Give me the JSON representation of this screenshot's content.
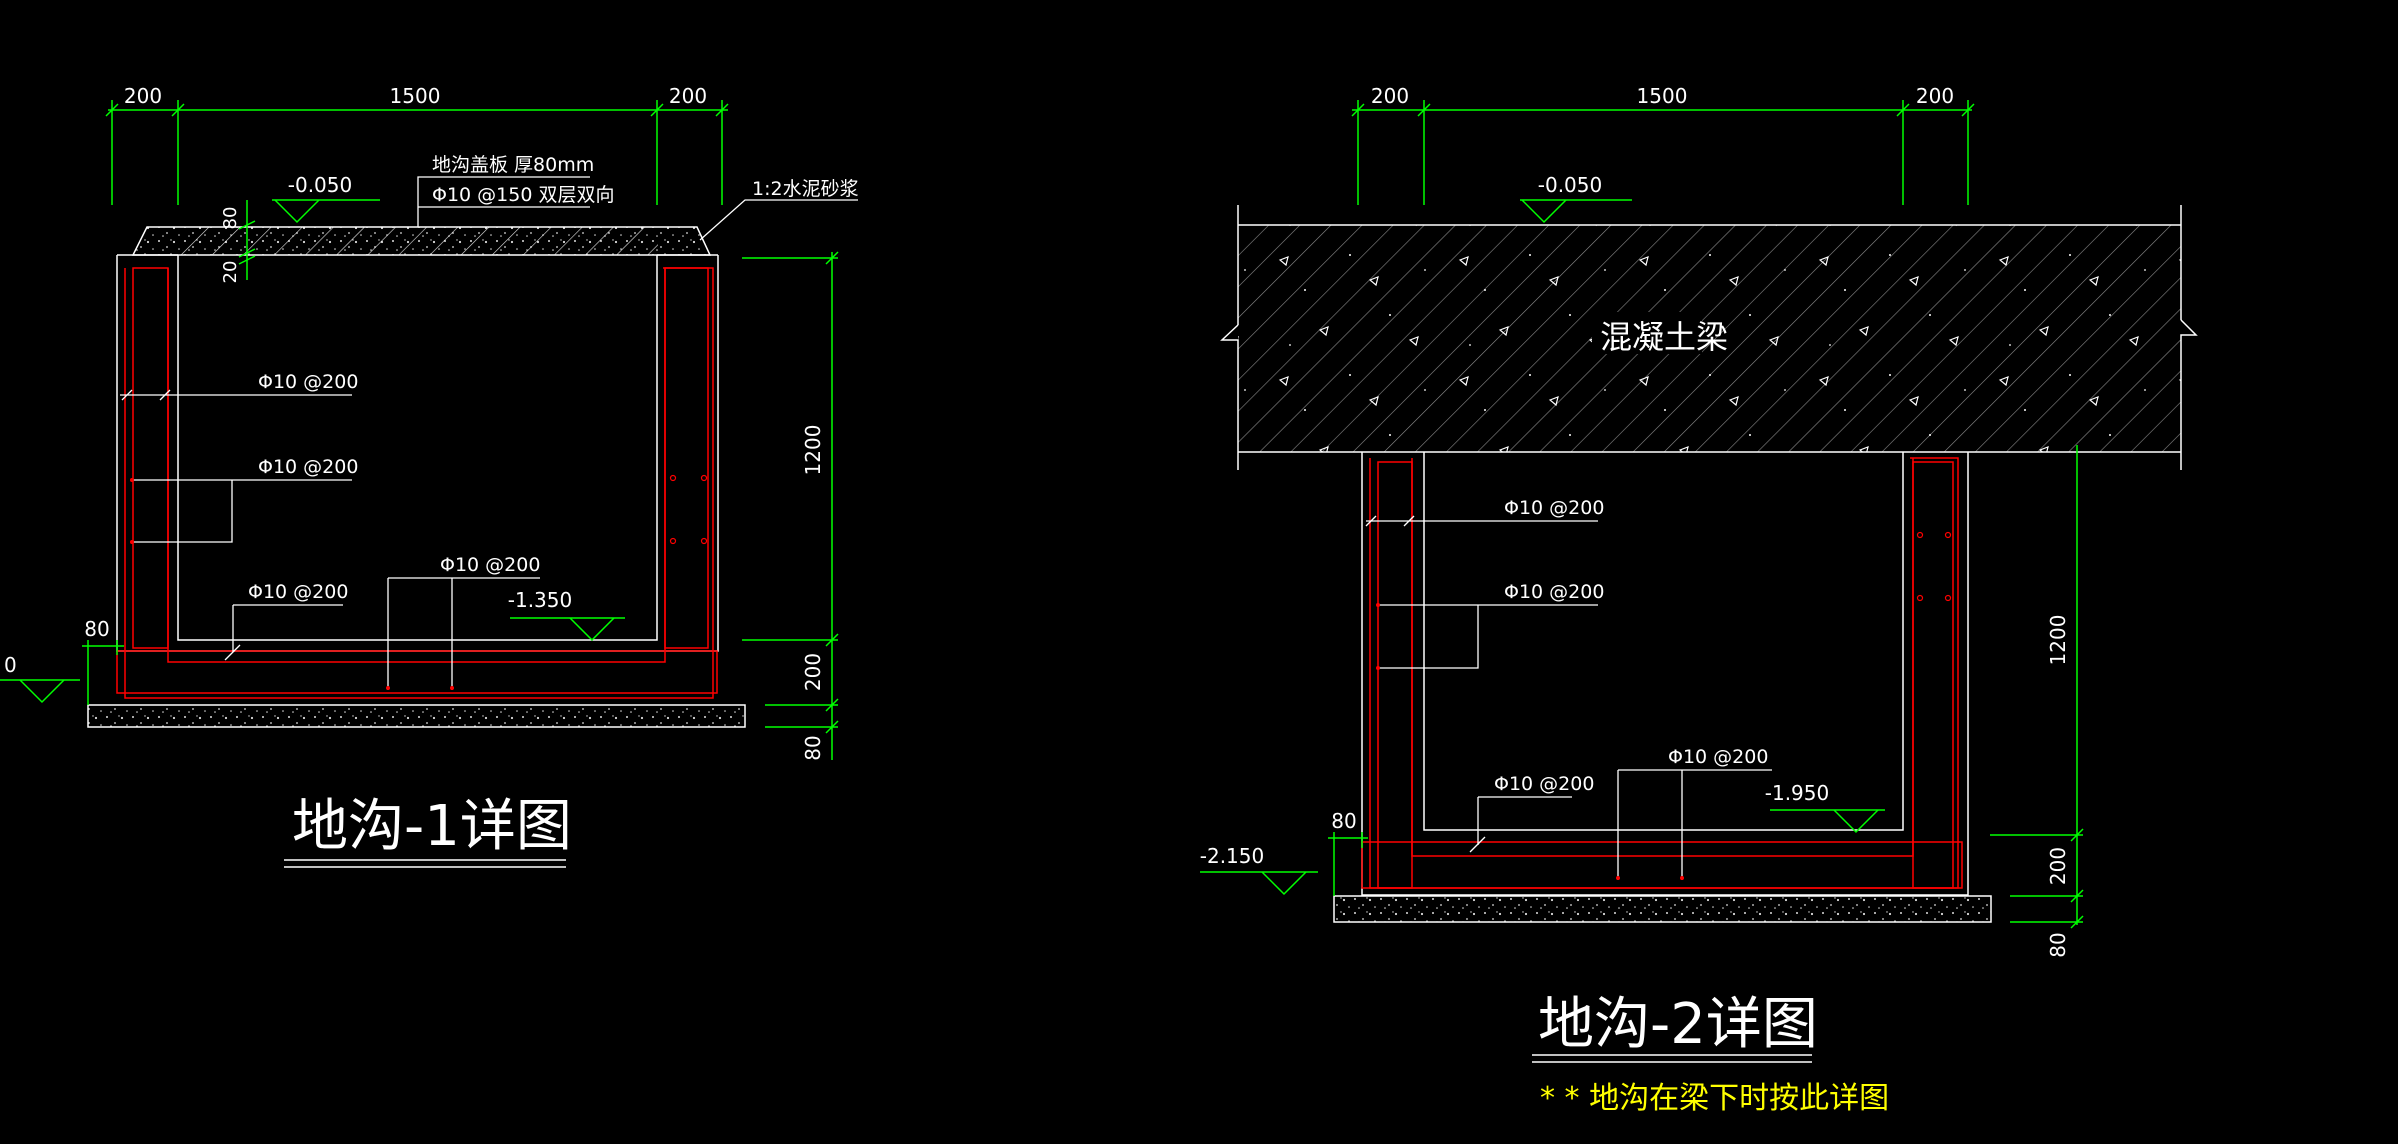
{
  "colors": {
    "background": "#000000",
    "structure": "#ffffff",
    "dimension": "#00ff00",
    "rebar": "#ff0000",
    "title": "#ffffff",
    "note": "#ffff00"
  },
  "detail1": {
    "title": "地沟-1详图",
    "dims_top": [
      "200",
      "1500",
      "200"
    ],
    "dims_right": [
      "1200",
      "200",
      "80"
    ],
    "dim_small_a": "80",
    "dim_small_b": "20",
    "dim_left_80": "80",
    "cover_note_1": "地沟盖板 厚80mm",
    "cover_note_2": "Φ10 @150 双层双向",
    "mortar_note": "1:2水泥砂浆",
    "level_top": "-0.050",
    "level_bottom": "-1.350",
    "level_outside": "0",
    "rebar_labels": [
      "Φ10 @200",
      "Φ10 @200",
      "Φ10 @200",
      "Φ10 @200"
    ]
  },
  "detail2": {
    "title": "地沟-2详图",
    "dims_top": [
      "200",
      "1500",
      "200"
    ],
    "dims_right": [
      "1200",
      "200",
      "80"
    ],
    "dim_left_80": "80",
    "beam_label": "混凝土梁",
    "level_top": "-0.050",
    "level_bottom": "-1.950",
    "level_outside": "-2.150",
    "rebar_labels": [
      "Φ10 @200",
      "Φ10 @200",
      "Φ10 @200",
      "Φ10 @200"
    ],
    "note": "* * 地沟在梁下时按此详图"
  }
}
